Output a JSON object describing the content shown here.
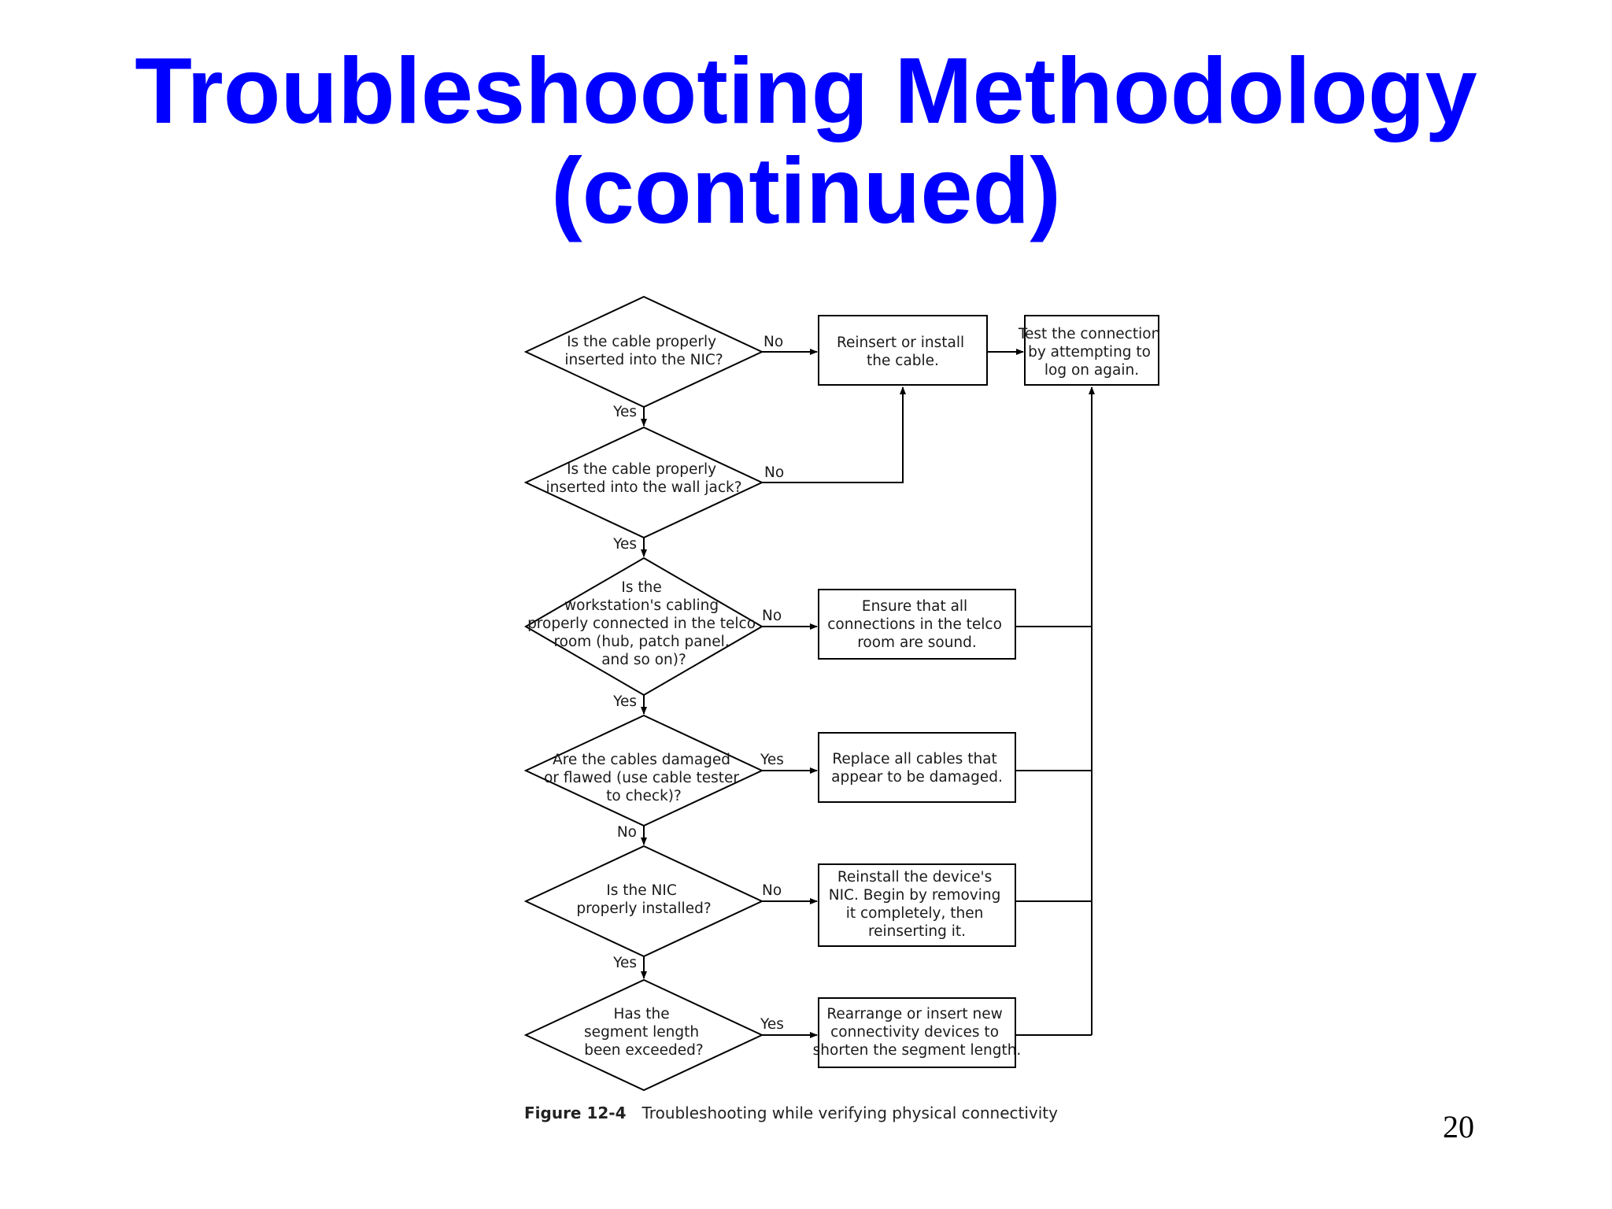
{
  "slide": {
    "title_line1": "Troubleshooting Methodology",
    "title_line2": "(continued)",
    "page_number": "20"
  },
  "figure": {
    "label": "Figure 12-4",
    "caption": "Troubleshooting while verifying physical connectivity"
  },
  "decisions": [
    {
      "lines": [
        "Is the cable properly",
        "inserted into the NIC?"
      ]
    },
    {
      "lines": [
        "Is the cable properly",
        "inserted into the wall jack?"
      ]
    },
    {
      "lines": [
        "Is the",
        "workstation's cabling",
        "properly connected in the telco",
        "room (hub, patch panel,",
        "and so on)?"
      ]
    },
    {
      "lines": [
        "Are the cables damaged",
        "or flawed (use cable tester",
        "to check)?"
      ]
    },
    {
      "lines": [
        "Is the NIC",
        "properly installed?"
      ]
    },
    {
      "lines": [
        "Has the",
        "segment length",
        "been exceeded?"
      ]
    }
  ],
  "actions": [
    {
      "lines": [
        "Reinsert or install",
        "the cable."
      ]
    },
    {
      "lines": [
        "Test the connection",
        "by attempting to",
        "log on again."
      ]
    },
    {
      "lines": [
        "Ensure that all",
        "connections in the telco",
        "room are sound."
      ]
    },
    {
      "lines": [
        "Replace all cables that",
        "appear to be damaged."
      ]
    },
    {
      "lines": [
        "Reinstall the device's",
        "NIC. Begin by removing",
        "it completely, then",
        "reinserting it."
      ]
    },
    {
      "lines": [
        "Rearrange or insert new",
        "connectivity devices to",
        "shorten the segment length."
      ]
    }
  ],
  "edge_labels": {
    "d1_right": "No",
    "d1_down": "Yes",
    "d2_right": "No",
    "d2_down": "Yes",
    "d3_right": "No",
    "d3_down": "Yes",
    "d4_right": "Yes",
    "d4_down": "No",
    "d5_right": "No",
    "d5_down": "Yes",
    "d6_right": "Yes"
  }
}
